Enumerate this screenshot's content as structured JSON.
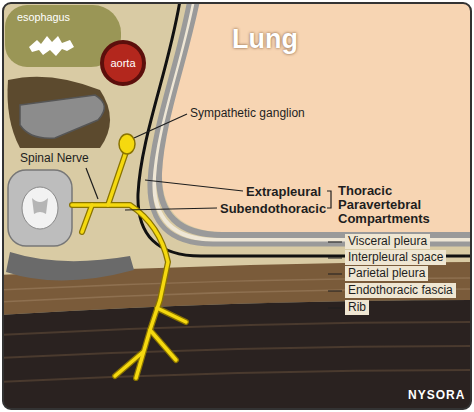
{
  "diagram": {
    "nodes": [
      {
        "text": [
          "esophagus"
        ]
      },
      {
        "text": [
          "aorta"
        ]
      },
      {
        "text": [
          "Lung"
        ]
      }
    ],
    "labels": [
      "Sympathetic ganglion",
      "Spinal Nerve",
      "Extrapleural",
      "Subendothoracic",
      "Thoracic Paravertebral Compartments",
      "Visceral pleura",
      "Interpleural space",
      "Parietal pleura",
      "Endothoracic fascia",
      "Rib",
      "NYSORA"
    ]
  }
}
